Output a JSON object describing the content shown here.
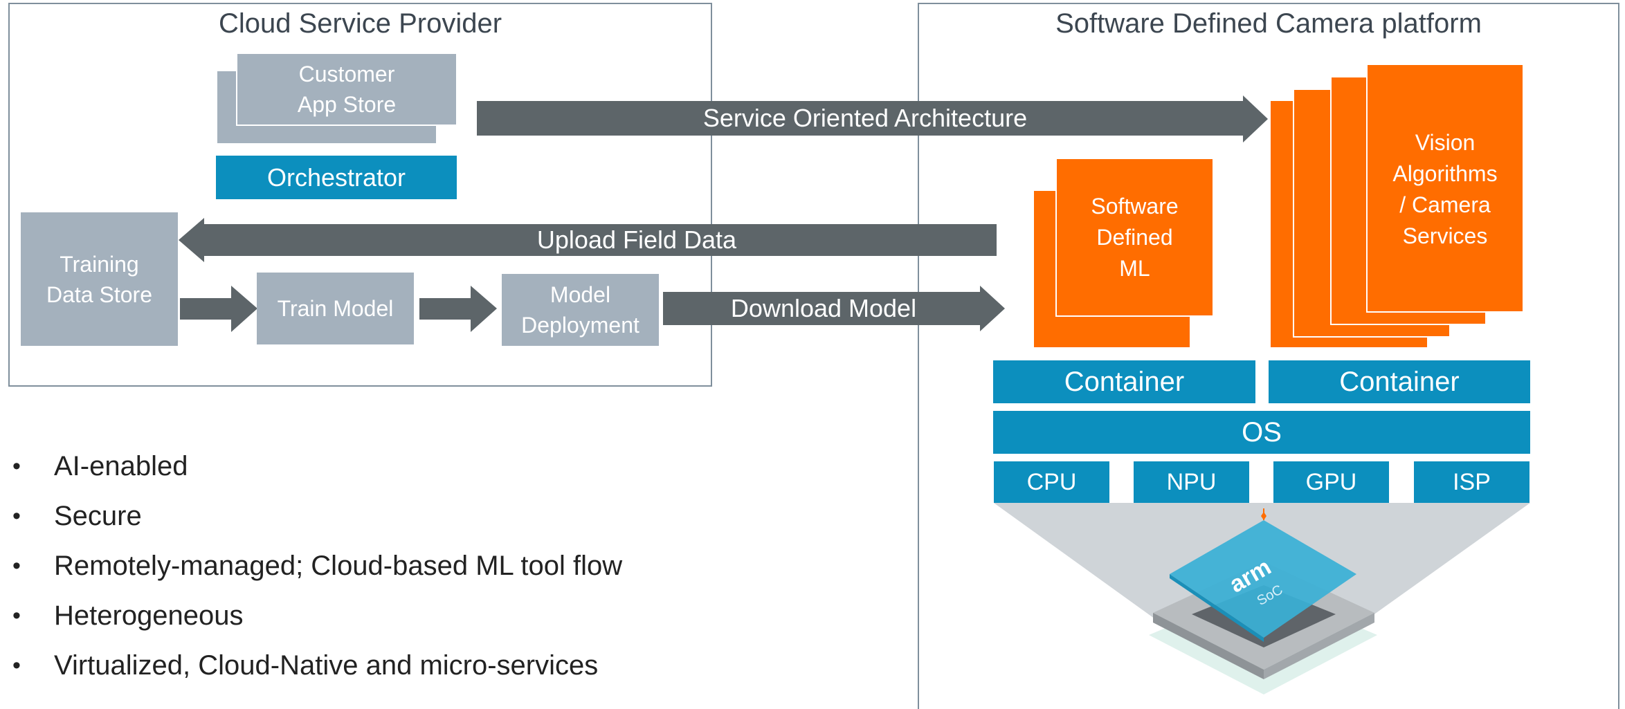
{
  "cloud_panel": {
    "title": "Cloud Service Provider"
  },
  "camera_panel": {
    "title": "Software Defined Camera platform"
  },
  "boxes": {
    "customer_app_store": "Customer\nApp Store",
    "orchestrator": "Orchestrator",
    "training_data_store": "Training\nData Store",
    "train_model": "Train Model",
    "model_deployment": "Model\nDeployment",
    "software_defined_ml": "Software\nDefined\nML",
    "vision_algorithms": "Vision\nAlgorithms\n/ Camera\nServices",
    "container_left": "Container",
    "container_right": "Container",
    "os": "OS",
    "cpu": "CPU",
    "npu": "NPU",
    "gpu": "GPU",
    "isp": "ISP"
  },
  "arrows": {
    "service_oriented": "Service Oriented Architecture",
    "upload_field_data": "Upload Field Data",
    "download_model": "Download Model"
  },
  "chip": {
    "brand": "arm",
    "label": "SoC"
  },
  "bullets": [
    "AI-enabled",
    "Secure",
    "Remotely-managed; Cloud-based ML tool flow",
    "Heterogeneous",
    "Virtualized, Cloud-Native and micro-services"
  ],
  "bullet_glyph": "•",
  "colors": {
    "orange": "#ff6d00",
    "blue": "#0c8fbe",
    "grey_box": "#a4b1bd",
    "arrow": "#5d6569"
  }
}
